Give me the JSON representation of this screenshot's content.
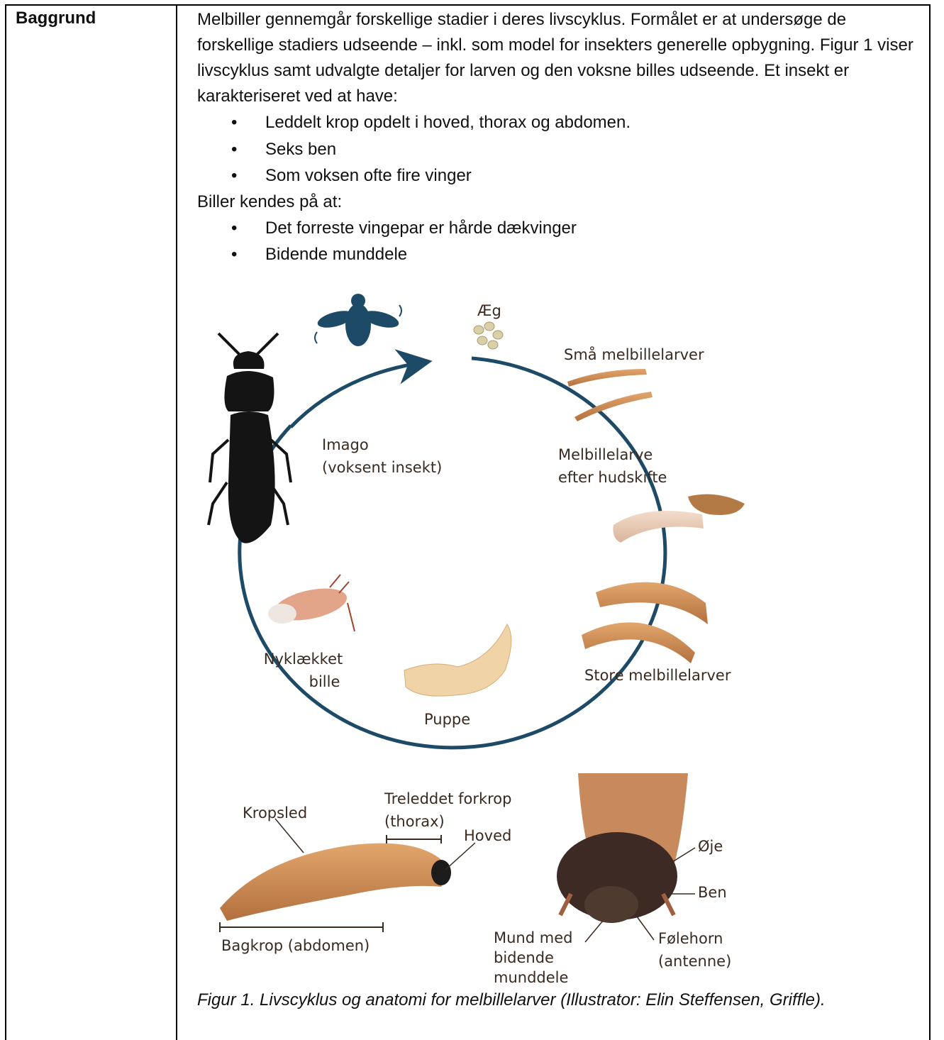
{
  "section_label": "Baggrund",
  "intro": "Melbiller gennemgår forskellige stadier i deres livscyklus. Formålet er at undersøge de forskellige stadiers udseende – inkl. som model for insekters generelle opbygning. Figur 1 viser livscyklus samt udvalgte detaljer for larven og den voksne billes udseende. Et insekt er karakteriseret ved at have:",
  "insect_traits": [
    "Leddelt krop opdelt i hoved, thorax og abdomen.",
    "Seks ben",
    "Som voksen ofte fire vinger"
  ],
  "beetle_intro": "Biller kendes på at:",
  "beetle_traits": [
    "Det forreste vingepar er hårde dækvinger",
    "Bidende munddele"
  ],
  "lifecycle": {
    "egg": "Æg",
    "small_larvae": "Små melbillelarver",
    "molt_line1": "Melbillelarve",
    "molt_line2": "efter hudskifte",
    "large_larvae": "Store melbillelarver",
    "pupa": "Puppe",
    "newly_hatched_line1": "Nyklækket",
    "newly_hatched_line2": "bille",
    "imago_line1": "Imago",
    "imago_line2": "(voksent insekt)"
  },
  "anatomy": {
    "segments": "Kropsled",
    "thorax_line1": "Treleddet forkrop",
    "thorax_line2": "(thorax)",
    "head": "Hoved",
    "abdomen": "Bagkrop (abdomen)",
    "eye": "Øje",
    "legs": "Ben",
    "mouth_line1": "Mund med",
    "mouth_line2": "bidende",
    "mouth_line3": "munddele",
    "antenna_line1": "Følehorn",
    "antenna_line2": "(antenne)"
  },
  "caption": "Figur 1. Livscyklus og anatomi for melbillelarver (Illustrator: Elin Steffensen, Griffle).",
  "colors": {
    "cycle_arrow": "#1d4a66",
    "larva": "#c98a55",
    "beetle": "#141414"
  }
}
